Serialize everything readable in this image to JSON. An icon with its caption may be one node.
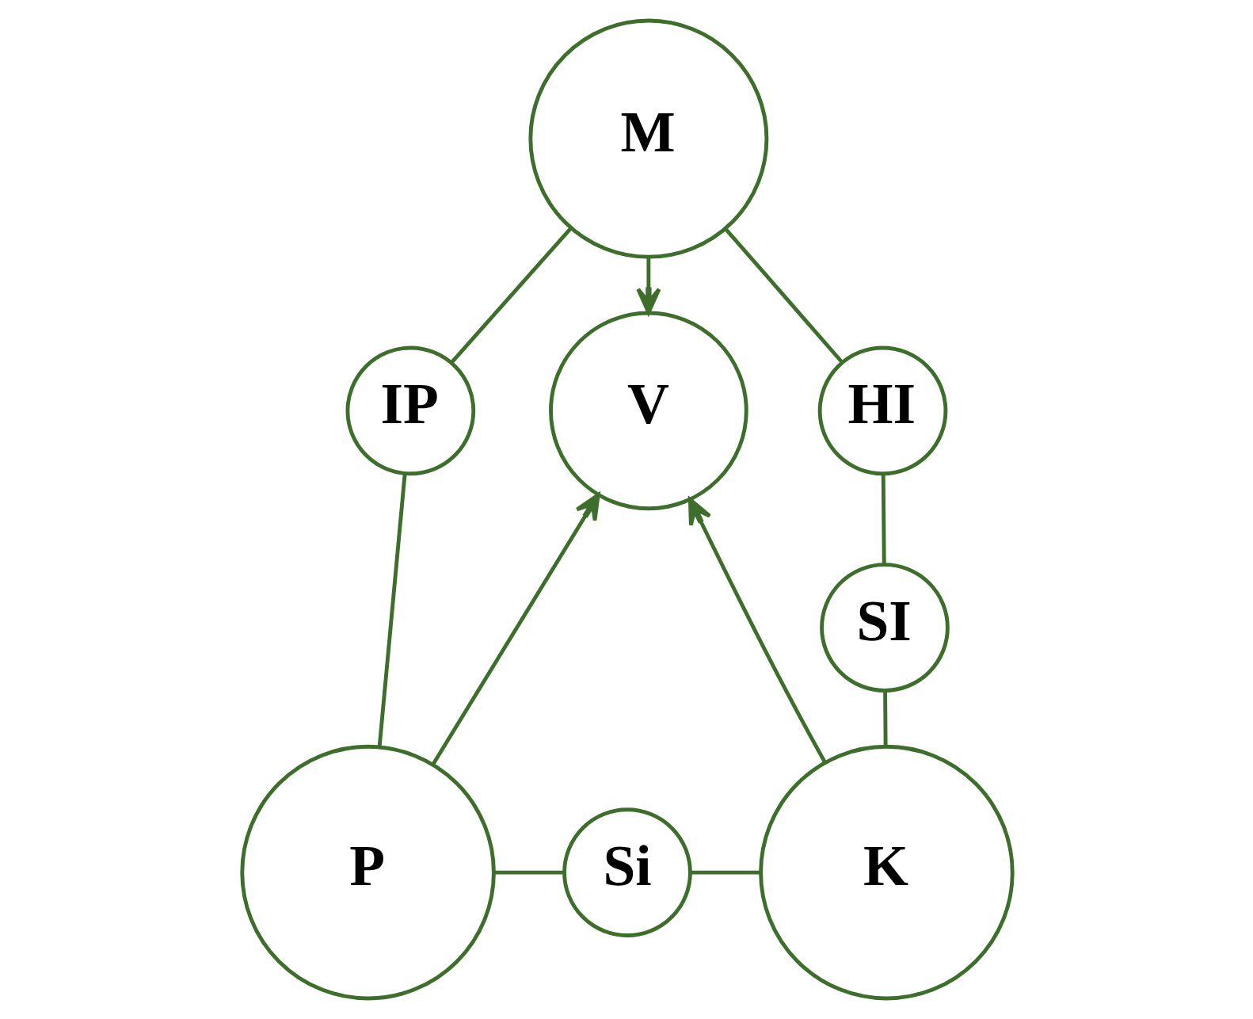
{
  "diagram": {
    "nodes": [
      {
        "text": [
          "M"
        ]
      },
      {
        "text": [
          "IP"
        ]
      },
      {
        "text": [
          "HI"
        ]
      },
      {
        "text": [
          "V"
        ]
      },
      {
        "text": [
          "SI"
        ]
      },
      {
        "text": [
          "P"
        ]
      },
      {
        "text": [
          "Si"
        ]
      },
      {
        "text": [
          "K"
        ]
      }
    ],
    "edges": [
      {
        "from": 0,
        "to": 1,
        "arrow": "none"
      },
      {
        "from": 1,
        "to": 5,
        "arrow": "none"
      },
      {
        "from": 0,
        "to": 3,
        "arrow": "to"
      },
      {
        "from": 0,
        "to": 2,
        "arrow": "none"
      },
      {
        "from": 2,
        "to": 4,
        "arrow": "none"
      },
      {
        "from": 4,
        "to": 7,
        "arrow": "none"
      },
      {
        "from": 5,
        "to": 3,
        "arrow": "to"
      },
      {
        "from": 7,
        "to": 3,
        "arrow": "to"
      },
      {
        "from": 5,
        "to": 6,
        "arrow": "none"
      },
      {
        "from": 6,
        "to": 7,
        "arrow": "none"
      }
    ]
  }
}
